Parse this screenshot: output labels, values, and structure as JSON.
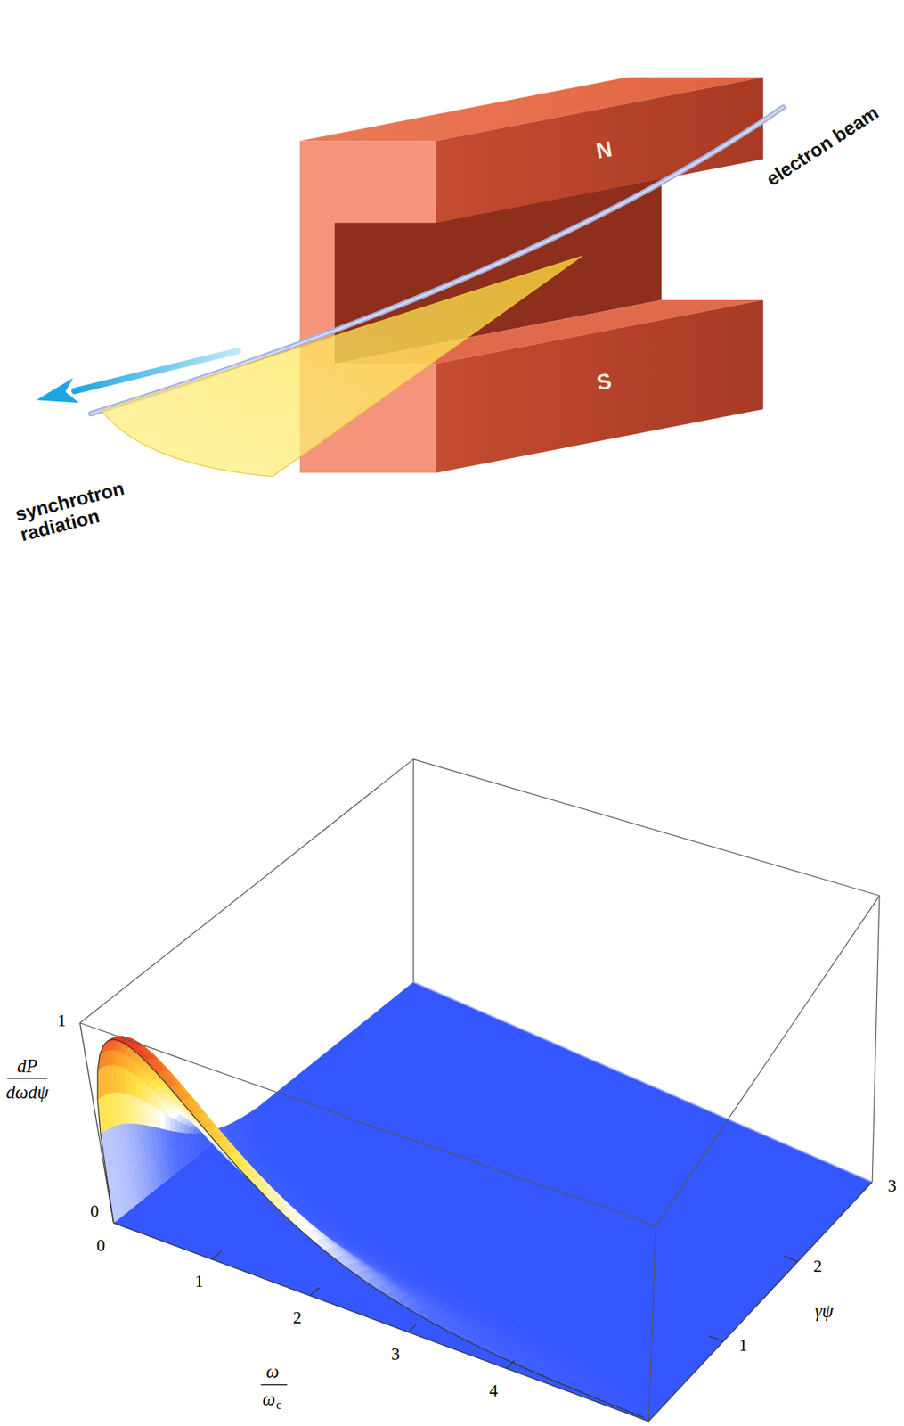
{
  "diagram": {
    "labels": [
      "N",
      "S",
      "electron beam",
      "synchrotron radiation",
      "1",
      "0",
      "dP",
      "dωdψ",
      "0",
      "1",
      "2",
      "3",
      "4",
      "ω",
      "ω",
      "c",
      "1",
      "2",
      "3",
      "γψ"
    ]
  }
}
